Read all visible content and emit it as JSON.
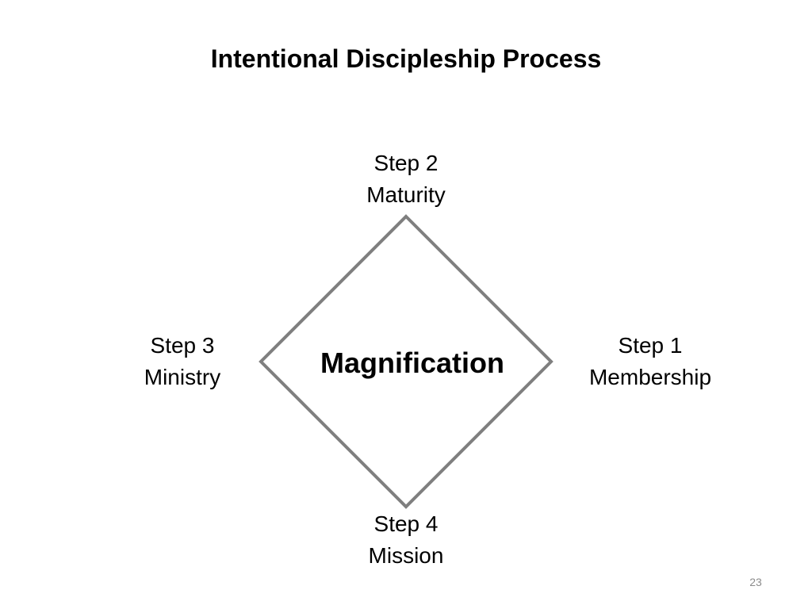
{
  "slide": {
    "title": "Intentional Discipleship Process",
    "center_label": "Magnification",
    "steps": {
      "top": {
        "number": "Step 2",
        "name": "Maturity"
      },
      "right": {
        "number": "Step 1",
        "name": "Membership"
      },
      "left": {
        "number": "Step 3",
        "name": "Ministry"
      },
      "bottom": {
        "number": "Step 4",
        "name": "Mission"
      }
    },
    "page_number": "23"
  },
  "colors": {
    "diamond_stroke": "#7f7f7f",
    "text": "#000000",
    "page_number": "#8c8c8c"
  }
}
